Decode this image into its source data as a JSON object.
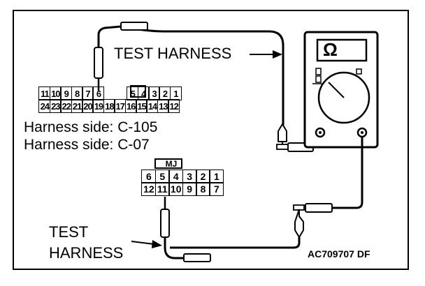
{
  "labels": {
    "test_harness_top": "TEST HARNESS",
    "harness_side_1": "Harness side: C-105",
    "harness_side_2": "Harness side: C-07",
    "mj": "MJ",
    "test_harness_bottom_1": "TEST",
    "test_harness_bottom_2": "HARNESS",
    "code": "AC709707",
    "code_suffix": "DF",
    "meter_symbol": "Ω"
  },
  "connector_c105": {
    "row1": [
      "11",
      "10",
      "9",
      "8",
      "7",
      "6",
      "",
      "",
      "5",
      "4",
      "3",
      "2",
      "1"
    ],
    "row2": [
      "24",
      "23",
      "22",
      "21",
      "20",
      "19",
      "18",
      "17",
      "16",
      "15",
      "14",
      "13",
      "12"
    ]
  },
  "connector_c07": {
    "row1": [
      "6",
      "5",
      "4",
      "3",
      "2",
      "1"
    ],
    "row2": [
      "12",
      "11",
      "10",
      "9",
      "8",
      "7"
    ]
  }
}
